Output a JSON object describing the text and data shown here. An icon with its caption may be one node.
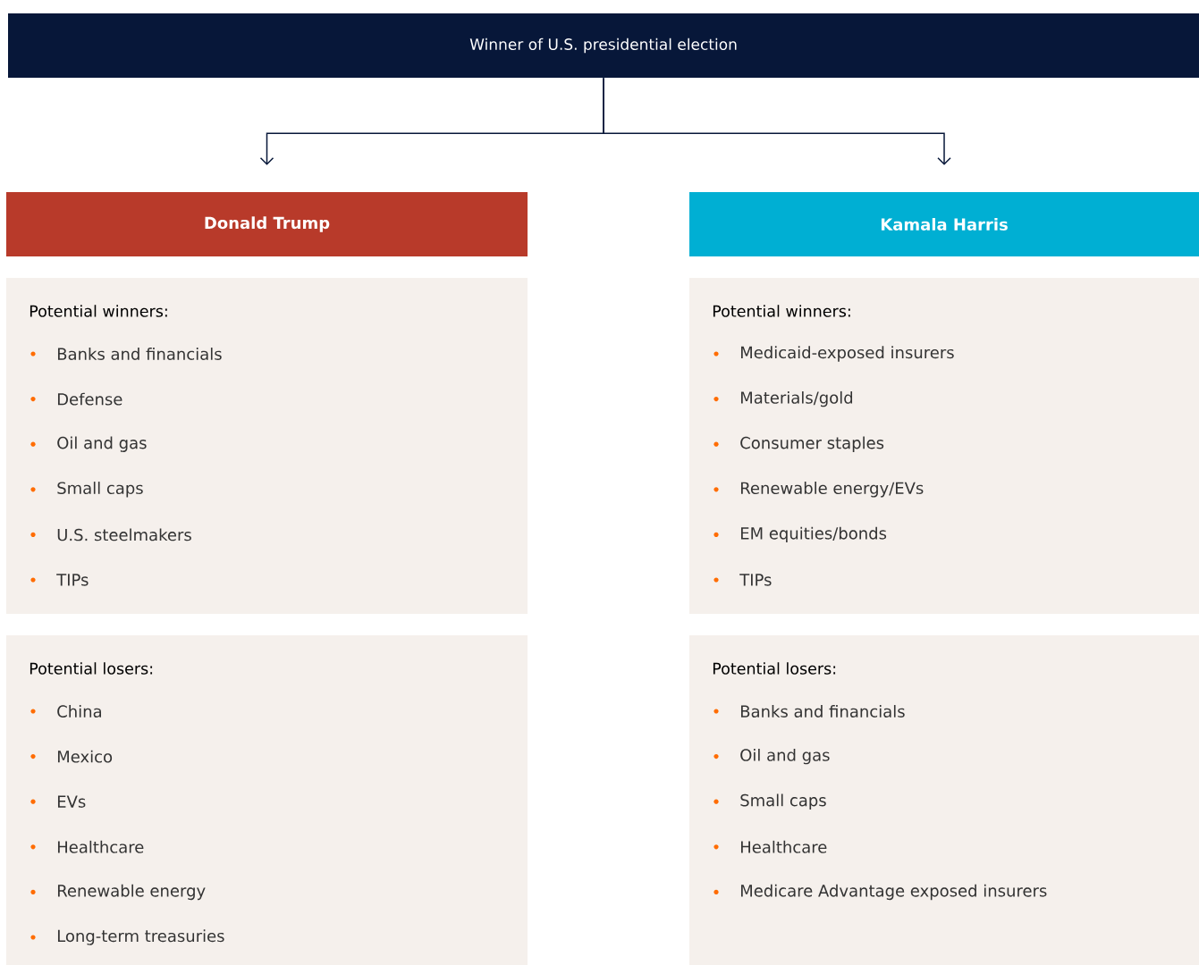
{
  "diagram": {
    "nodes": [
      {
        "text": [
          "Winner of U.S. presidential election"
        ]
      },
      {
        "text": [
          "Donald Trump"
        ]
      },
      {
        "text": [
          "Kamala Harris"
        ]
      },
      {
        "text": [
          "Potential winners:",
          "Banks and financials",
          "Defense",
          "Oil and gas",
          "Small caps",
          "U.S. steelmakers",
          "TIPs"
        ]
      },
      {
        "text": [
          "Potential losers:",
          "China",
          "Mexico",
          "EVs",
          "Healthcare",
          "Renewable energy",
          "Long-term treasuries"
        ]
      },
      {
        "text": [
          "Potential winners:",
          "Medicaid-exposed insurers",
          "Materials/gold",
          "Consumer staples",
          "Renewable energy/EVs",
          "EM equities/bonds",
          "TIPs"
        ]
      },
      {
        "text": [
          "Potential losers:",
          "Banks and financials",
          "Oil and gas",
          "Small caps",
          "Healthcare",
          "Medicare Advantage exposed insurers"
        ]
      }
    ],
    "edges": [
      {
        "from": 0,
        "to": 1,
        "arrow": "to"
      },
      {
        "from": 0,
        "to": 2,
        "arrow": "to"
      }
    ]
  }
}
